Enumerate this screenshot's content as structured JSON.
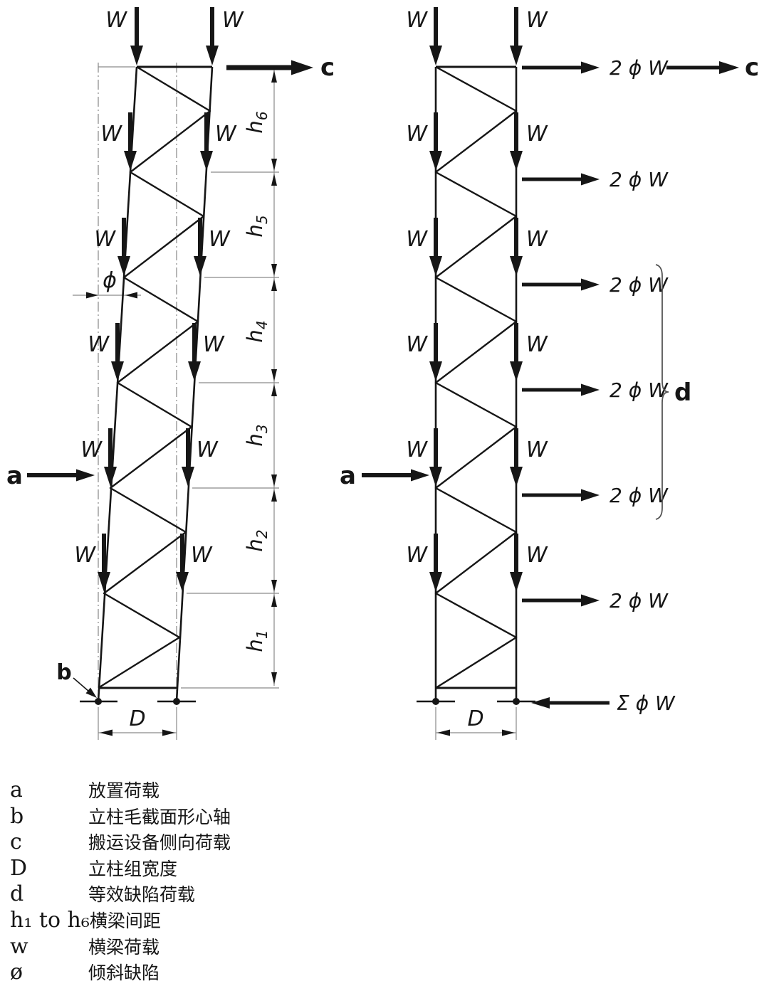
{
  "colors": {
    "ink": "#161616",
    "thin_line": "#8a8a8a",
    "background": "#ffffff"
  },
  "figure": {
    "left": {
      "w_label": "W",
      "c_label": "c",
      "a_label": "a",
      "b_label": "b",
      "big_d_label": "D",
      "phi_label": "ϕ",
      "h_dims": [
        {
          "base": "h",
          "sub": "6"
        },
        {
          "base": "h",
          "sub": "5"
        },
        {
          "base": "h",
          "sub": "4"
        },
        {
          "base": "h",
          "sub": "3"
        },
        {
          "base": "h",
          "sub": "2"
        },
        {
          "base": "h",
          "sub": "1"
        }
      ]
    },
    "right": {
      "w_label": "W",
      "two_phi_w_label": "2 ϕ W",
      "sum_phi_w_label": "Σ ϕ W",
      "c_label": "c",
      "a_label": "a",
      "d_brace_label": "d",
      "big_d_label": "D"
    }
  },
  "legend": {
    "rows": [
      {
        "symbol": "a",
        "description": "放置荷载"
      },
      {
        "symbol": "b",
        "description": "立柱毛截面形心轴"
      },
      {
        "symbol": "c",
        "description": "搬运设备侧向荷载"
      },
      {
        "symbol": "D",
        "description": "立柱组宽度"
      },
      {
        "symbol": "d",
        "description": "等效缺陷荷载"
      },
      {
        "symbol": "h₁ to h₆",
        "description": "横梁间距"
      },
      {
        "symbol": "w",
        "description": "横梁荷载"
      },
      {
        "symbol": "ø",
        "description": "倾斜缺陷"
      }
    ]
  }
}
